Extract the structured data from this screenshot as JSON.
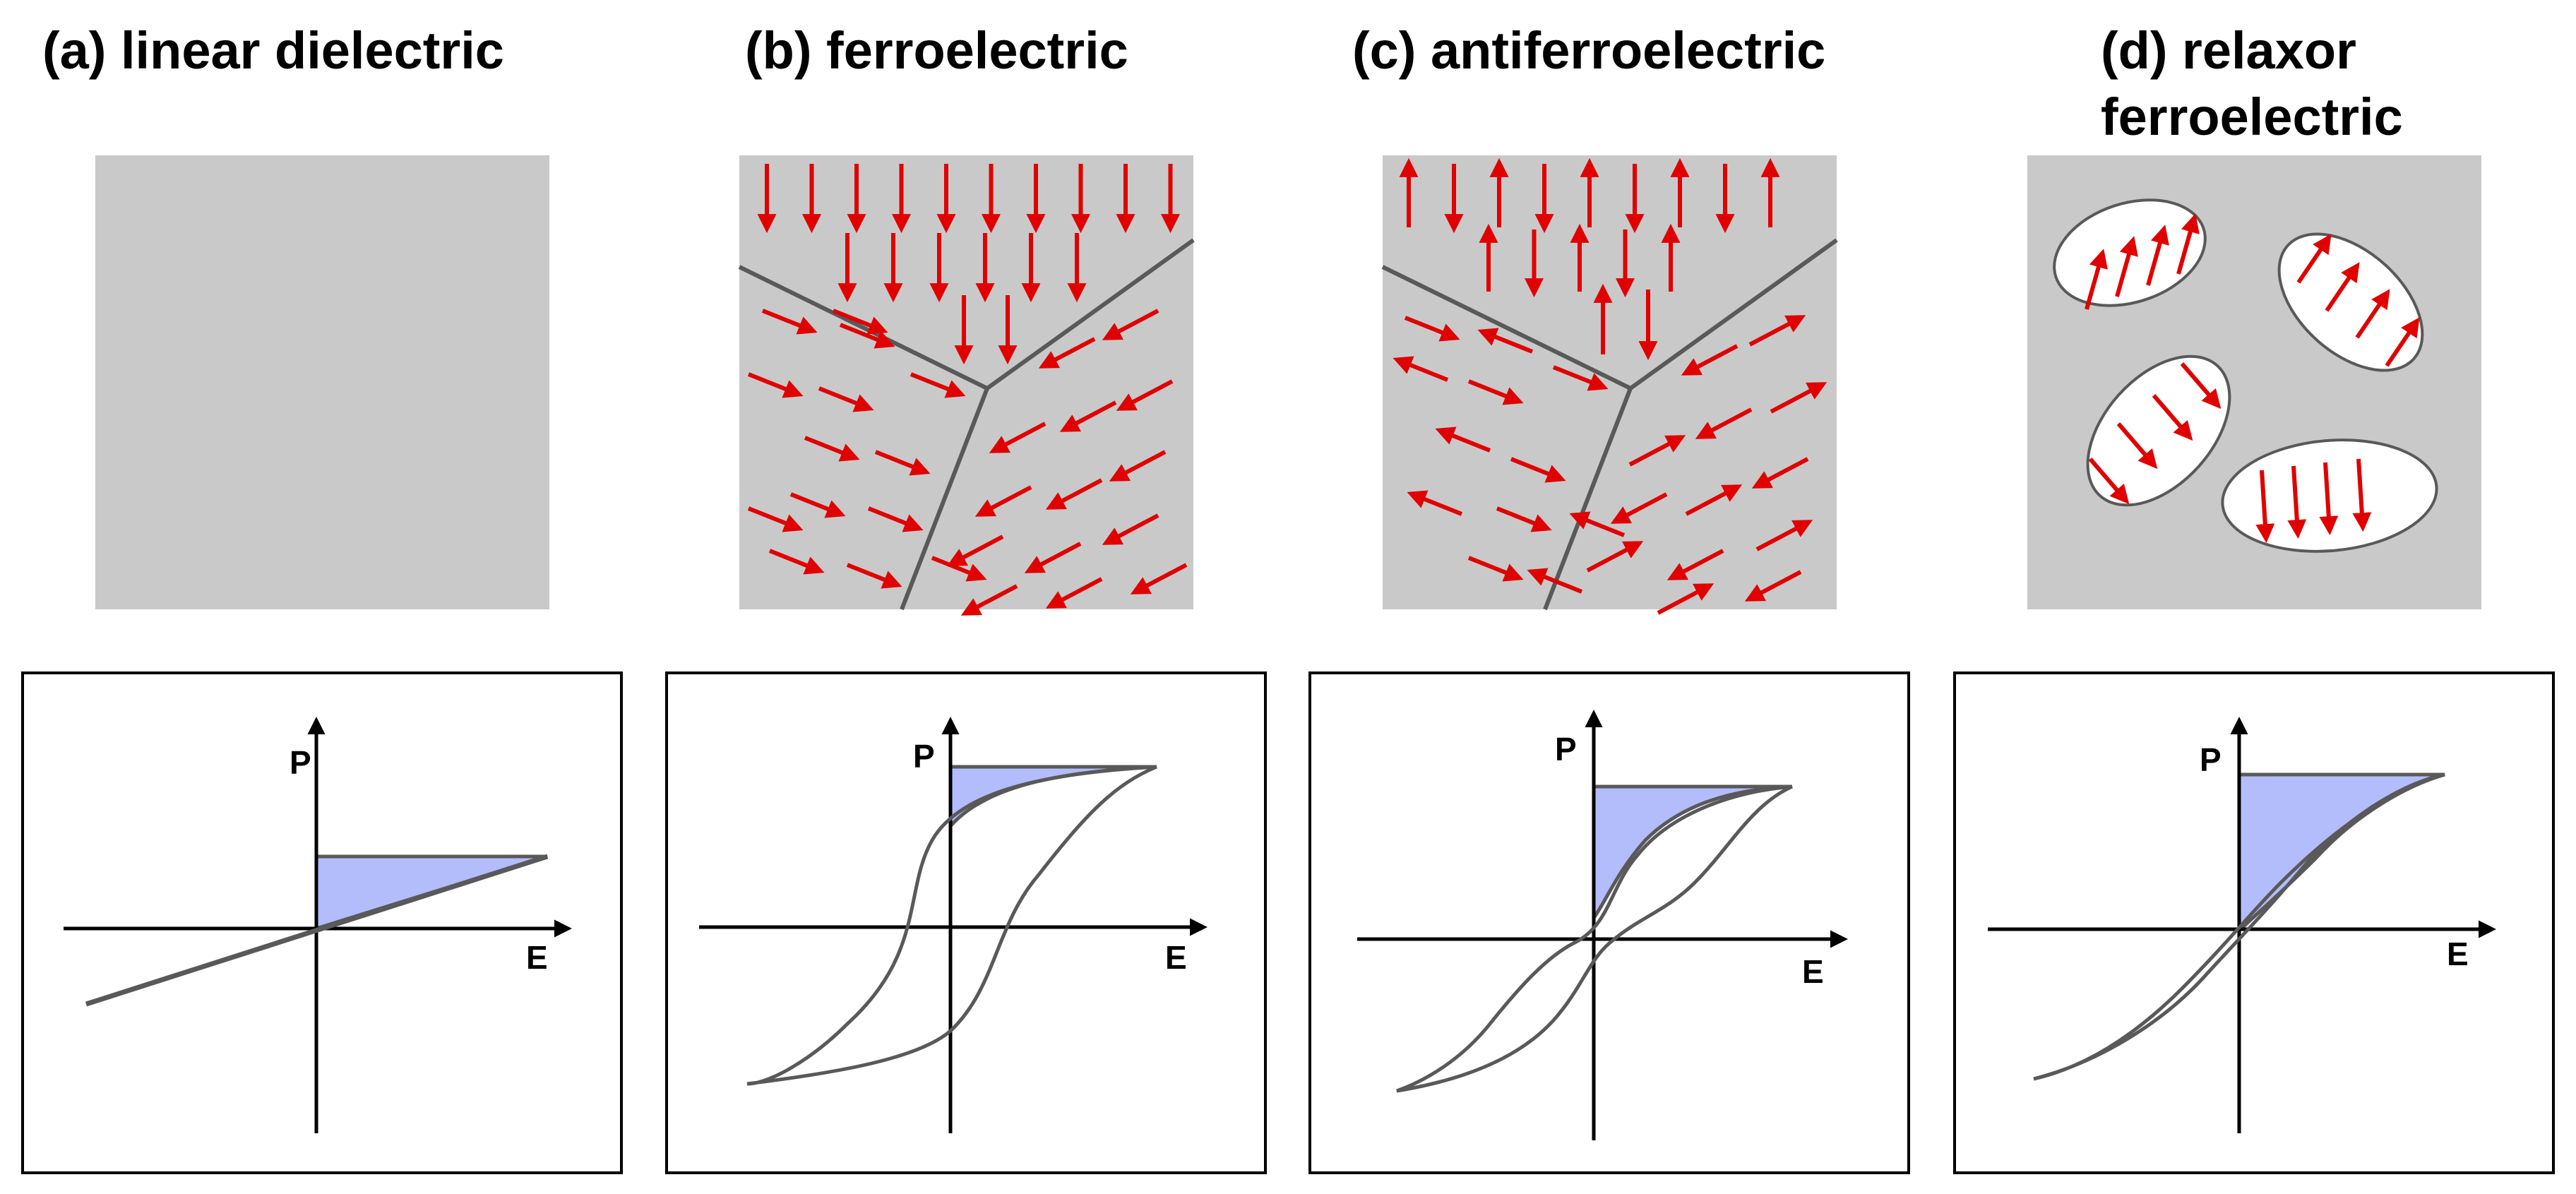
{
  "colors": {
    "domain_fill": "#c9c9c9",
    "domain_wall": "#595959",
    "dipole_arrow": "#e00000",
    "curve": "#595959",
    "axis": "#000000",
    "energy_fill": "#b3bdfb",
    "frame": "#000000"
  },
  "panels": [
    {
      "id": "a",
      "title": "(a) linear dielectric",
      "axis_p": "P",
      "axis_e": "E",
      "material": "linear",
      "hysteresis": "none"
    },
    {
      "id": "b",
      "title": "(b) ferroelectric",
      "axis_p": "P",
      "axis_e": "E",
      "material": "ferroelectric",
      "hysteresis": "square loop"
    },
    {
      "id": "c",
      "title": "(c) antiferroelectric",
      "axis_p": "P",
      "axis_e": "E",
      "material": "antiferroelectric",
      "hysteresis": "double loop"
    },
    {
      "id": "d",
      "title_line1": "(d) relaxor",
      "title_line2": "ferroelectric",
      "axis_p": "P",
      "axis_e": "E",
      "material": "relaxor",
      "hysteresis": "slim loop"
    }
  ]
}
